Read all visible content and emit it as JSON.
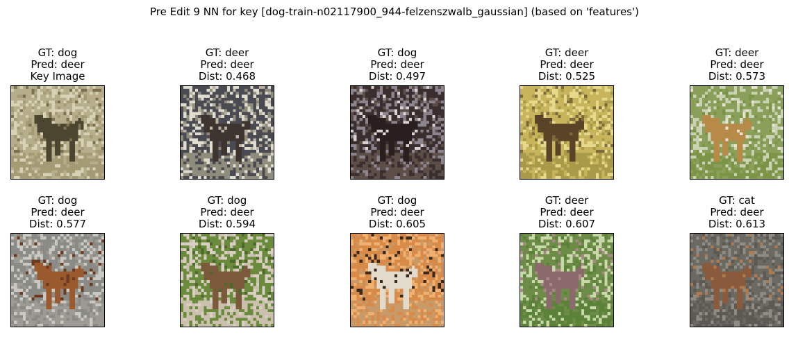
{
  "title": "Pre Edit 9 NN for key [dog-train-n02117900_944-felzenszwalb_gaussian] (based on 'features')",
  "panels": [
    {
      "gt": "GT: dog",
      "pred": "Pred: deer",
      "third": "Key Image",
      "palette": {
        "bg": "#b6ae8a",
        "bg2": "#d7d2b6",
        "ground": "#a49b74",
        "subject": "#4c4530",
        "accent": "#7c7050"
      }
    },
    {
      "gt": "GT: deer",
      "pred": "Pred: deer",
      "third": "Dist: 0.468",
      "palette": {
        "bg": "#4a4a52",
        "bg2": "#e0ddd0",
        "ground": "#8f8c7c",
        "subject": "#3e3430",
        "accent": "#b9b2a3"
      }
    },
    {
      "gt": "GT: dog",
      "pred": "Pred: deer",
      "third": "Dist: 0.497",
      "palette": {
        "bg": "#3b2e2e",
        "bg2": "#8c8590",
        "ground": "#5e4e48",
        "subject": "#2a1f1e",
        "accent": "#d8d2d0"
      }
    },
    {
      "gt": "GT: deer",
      "pred": "Pred: deer",
      "third": "Dist: 0.525",
      "palette": {
        "bg": "#c8b45a",
        "bg2": "#e6d98c",
        "ground": "#a99a4a",
        "subject": "#5a4428",
        "accent": "#7d6a3a"
      }
    },
    {
      "gt": "GT: deer",
      "pred": "Pred: deer",
      "third": "Dist: 0.573",
      "palette": {
        "bg": "#8aa05a",
        "bg2": "#c9d2b2",
        "ground": "#7c9446",
        "subject": "#b78a48",
        "accent": "#e6e2d2"
      }
    },
    {
      "gt": "GT: dog",
      "pred": "Pred: deer",
      "third": "Dist: 0.577",
      "palette": {
        "bg": "#8a8a86",
        "bg2": "#c9c8c2",
        "ground": "#9c9a92",
        "subject": "#9a5a2e",
        "accent": "#6e3a1e"
      }
    },
    {
      "gt": "GT: dog",
      "pred": "Pred: deer",
      "third": "Dist: 0.594",
      "palette": {
        "bg": "#6a8a3c",
        "bg2": "#d8cfc2",
        "ground": "#cbbfae",
        "subject": "#7a5a3a",
        "accent": "#4e6a2a"
      }
    },
    {
      "gt": "GT: dog",
      "pred": "Pred: deer",
      "third": "Dist: 0.605",
      "palette": {
        "bg": "#d88a48",
        "bg2": "#f0b070",
        "ground": "#c79a68",
        "subject": "#e2dacb",
        "accent": "#3a2a1e"
      }
    },
    {
      "gt": "GT: deer",
      "pred": "Pred: deer",
      "third": "Dist: 0.607",
      "palette": {
        "bg": "#6c8c48",
        "bg2": "#c8d8a8",
        "ground": "#5a8238",
        "subject": "#8a6a6a",
        "accent": "#aa8888"
      }
    },
    {
      "gt": "GT: cat",
      "pred": "Pred: deer",
      "third": "Dist: 0.613",
      "palette": {
        "bg": "#6a6a62",
        "bg2": "#8e8c84",
        "ground": "#5c5a52",
        "subject": "#8a5a3c",
        "accent": "#b07a50"
      }
    }
  ]
}
